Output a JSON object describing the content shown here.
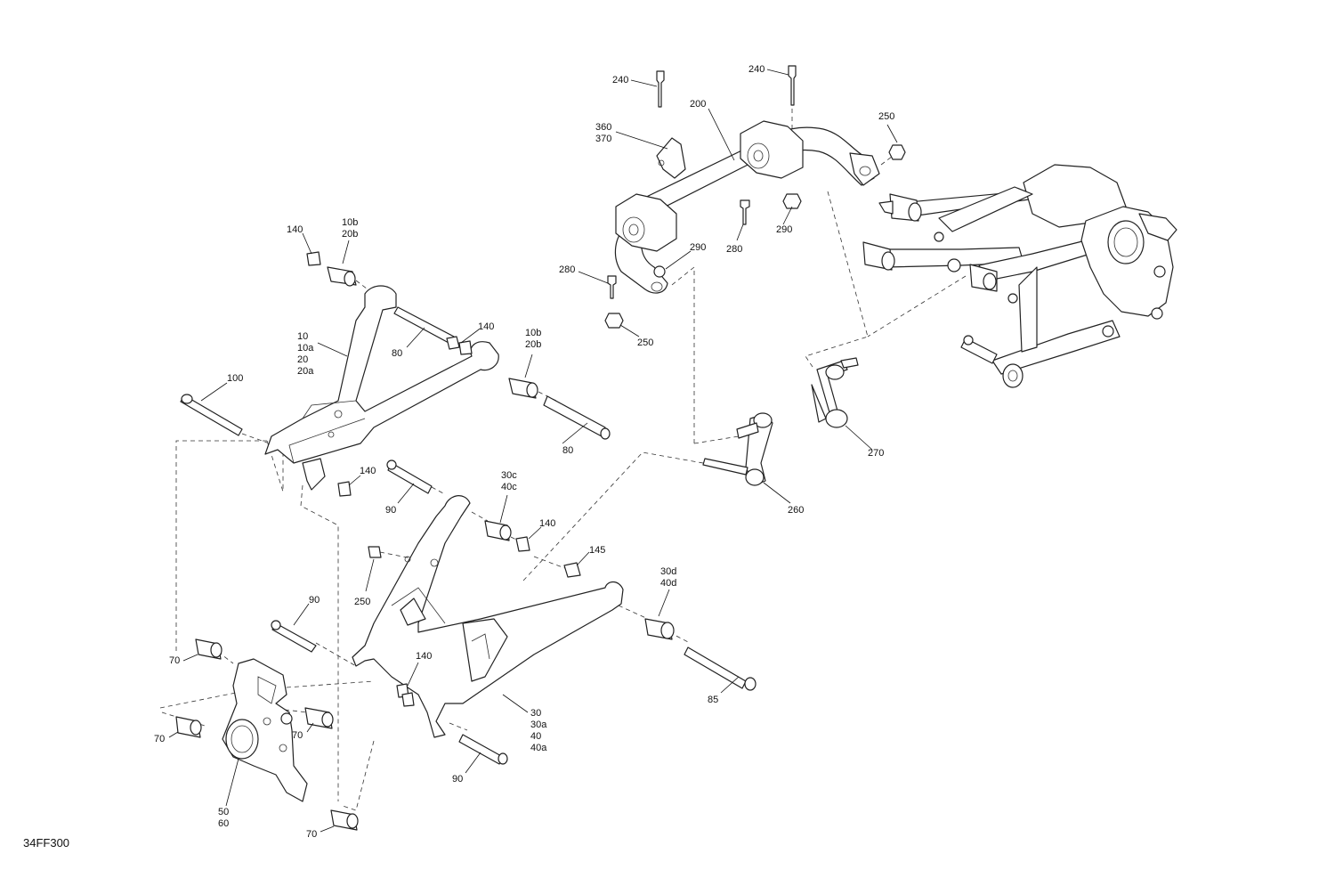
{
  "diagram_code": "34FF300",
  "callouts": [
    {
      "id": "240a",
      "lines": [
        "240"
      ]
    },
    {
      "id": "240b",
      "lines": [
        "240"
      ]
    },
    {
      "id": "360",
      "lines": [
        "360",
        "370"
      ]
    },
    {
      "id": "200",
      "lines": [
        "200"
      ]
    },
    {
      "id": "250a",
      "lines": [
        "250"
      ]
    },
    {
      "id": "280a",
      "lines": [
        "280"
      ]
    },
    {
      "id": "290a",
      "lines": [
        "290"
      ]
    },
    {
      "id": "290b",
      "lines": [
        "290"
      ]
    },
    {
      "id": "280b",
      "lines": [
        "280"
      ]
    },
    {
      "id": "250b",
      "lines": [
        "250"
      ]
    },
    {
      "id": "140a",
      "lines": [
        "140"
      ]
    },
    {
      "id": "10b_1",
      "lines": [
        "10b",
        "20b"
      ]
    },
    {
      "id": "10",
      "lines": [
        "10",
        "10a",
        "20",
        "20a"
      ]
    },
    {
      "id": "80a",
      "lines": [
        "80"
      ]
    },
    {
      "id": "140b",
      "lines": [
        "140"
      ]
    },
    {
      "id": "10b_2",
      "lines": [
        "10b",
        "20b"
      ]
    },
    {
      "id": "100",
      "lines": [
        "100"
      ]
    },
    {
      "id": "80b",
      "lines": [
        "80"
      ]
    },
    {
      "id": "140c",
      "lines": [
        "140"
      ]
    },
    {
      "id": "90a",
      "lines": [
        "90"
      ]
    },
    {
      "id": "30c",
      "lines": [
        "30c",
        "40c"
      ]
    },
    {
      "id": "140d",
      "lines": [
        "140"
      ]
    },
    {
      "id": "145",
      "lines": [
        "145"
      ]
    },
    {
      "id": "250c",
      "lines": [
        "250"
      ]
    },
    {
      "id": "30d",
      "lines": [
        "30d",
        "40d"
      ]
    },
    {
      "id": "90b",
      "lines": [
        "90"
      ]
    },
    {
      "id": "70a",
      "lines": [
        "70"
      ]
    },
    {
      "id": "140e",
      "lines": [
        "140"
      ]
    },
    {
      "id": "85",
      "lines": [
        "85"
      ]
    },
    {
      "id": "70b",
      "lines": [
        "70"
      ]
    },
    {
      "id": "70c",
      "lines": [
        "70"
      ]
    },
    {
      "id": "30",
      "lines": [
        "30",
        "30a",
        "40",
        "40a"
      ]
    },
    {
      "id": "90c",
      "lines": [
        "90"
      ]
    },
    {
      "id": "50",
      "lines": [
        "50",
        "60"
      ]
    },
    {
      "id": "70d",
      "lines": [
        "70"
      ]
    },
    {
      "id": "270",
      "lines": [
        "270"
      ]
    },
    {
      "id": "260",
      "lines": [
        "260"
      ]
    }
  ]
}
